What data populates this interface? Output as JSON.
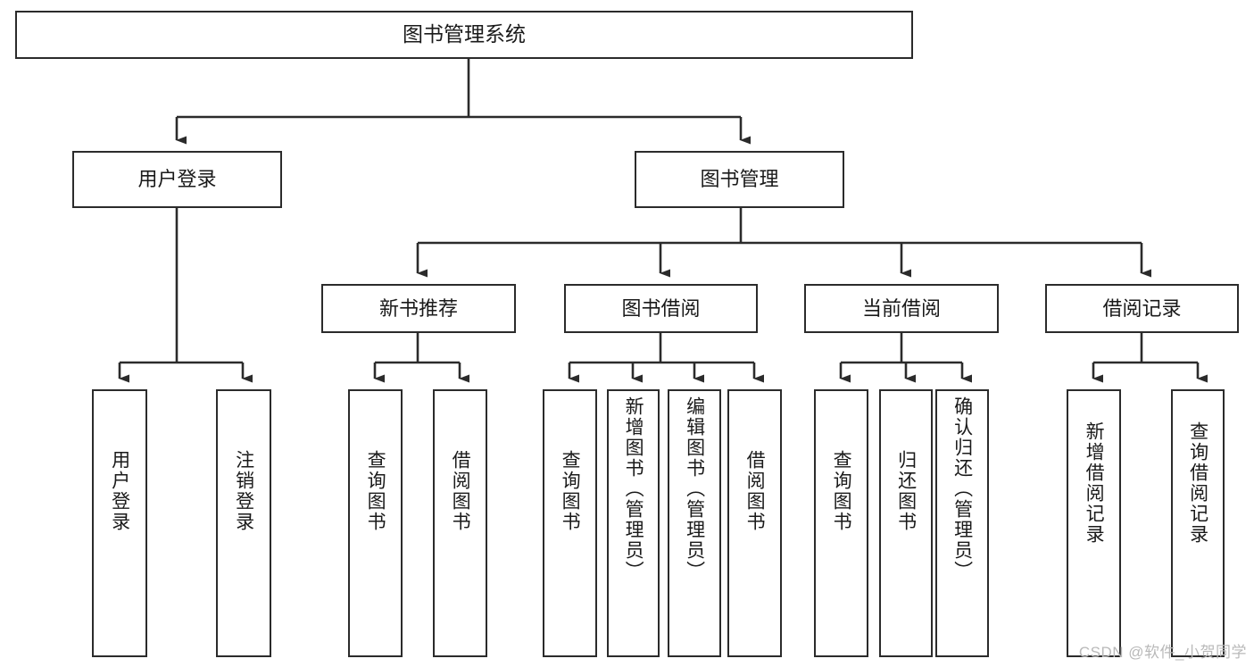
{
  "diagram": {
    "type": "tree",
    "title": "图书管理系统",
    "watermark": "CSDN @软件_小贺同学",
    "colors": {
      "stroke": "#2b2b2b",
      "fill": "#ffffff",
      "text": "#1a1a1a",
      "watermark": "#b9b9b9"
    },
    "nodes": {
      "root": {
        "label": "图书管理系统"
      },
      "level2": [
        {
          "id": "user-login",
          "label": "用户登录"
        },
        {
          "id": "book-manage",
          "label": "图书管理"
        }
      ],
      "level3": [
        {
          "id": "new-book-recommend",
          "label": "新书推荐"
        },
        {
          "id": "book-borrow",
          "label": "图书借阅"
        },
        {
          "id": "current-borrow",
          "label": "当前借阅"
        },
        {
          "id": "borrow-record",
          "label": "借阅记录"
        }
      ],
      "leaves": [
        {
          "id": "leaf-user-login",
          "label": "用户登录",
          "parent": "user-login"
        },
        {
          "id": "leaf-user-logout",
          "label": "注销登录",
          "parent": "user-login"
        },
        {
          "id": "leaf-query-book-1",
          "label": "查询图书",
          "parent": "new-book-recommend"
        },
        {
          "id": "leaf-borrow-book-1",
          "label": "借阅图书",
          "parent": "new-book-recommend"
        },
        {
          "id": "leaf-query-book-2",
          "label": "查询图书",
          "parent": "book-borrow"
        },
        {
          "id": "leaf-add-book",
          "label": "新增图书（管理员）",
          "parent": "book-borrow"
        },
        {
          "id": "leaf-edit-book",
          "label": "编辑图书（管理员）",
          "parent": "book-borrow"
        },
        {
          "id": "leaf-borrow-book-2",
          "label": "借阅图书",
          "parent": "book-borrow"
        },
        {
          "id": "leaf-query-book-3",
          "label": "查询图书",
          "parent": "current-borrow"
        },
        {
          "id": "leaf-return-book",
          "label": "归还图书",
          "parent": "current-borrow"
        },
        {
          "id": "leaf-confirm-return",
          "label": "确认归还（管理员）",
          "parent": "current-borrow"
        },
        {
          "id": "leaf-add-record",
          "label": "新增借阅记录",
          "parent": "borrow-record"
        },
        {
          "id": "leaf-query-record",
          "label": "查询借阅记录",
          "parent": "borrow-record"
        }
      ]
    }
  }
}
